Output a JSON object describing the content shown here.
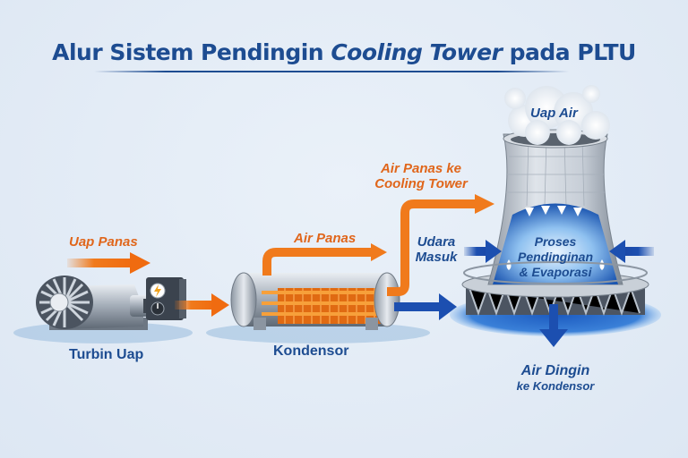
{
  "title": {
    "prefix": "Alur Sistem Pendingin ",
    "italic": "Cooling Tower",
    "suffix": " pada PLTU"
  },
  "components": {
    "turbine": {
      "label": "Turbin Uap",
      "icon": "steam-turbine-icon"
    },
    "generator": {
      "icon": "generator-icon"
    },
    "condenser": {
      "label": "Kondensor",
      "icon": "condenser-icon"
    },
    "tower": {
      "label_top": "Uap Air",
      "icon": "cooling-tower-icon"
    }
  },
  "flows": {
    "steam_in": "Uap Panas",
    "hot_water": "Air Panas",
    "hot_water_to_tower_line1": "Air Panas ke",
    "hot_water_to_tower_line2": "Cooling Tower",
    "air_in_line1": "Udara",
    "air_in_line2": "Masuk",
    "process_line1": "Proses",
    "process_line2": "Pendinginan",
    "process_line3": "& Evaporasi",
    "cold_water_line1": "Air Dingin",
    "cold_water_line2": "ke Kondensor"
  },
  "colors": {
    "hot": "#f07a1c",
    "cold": "#1c4fb0",
    "title": "#1d4c91"
  }
}
